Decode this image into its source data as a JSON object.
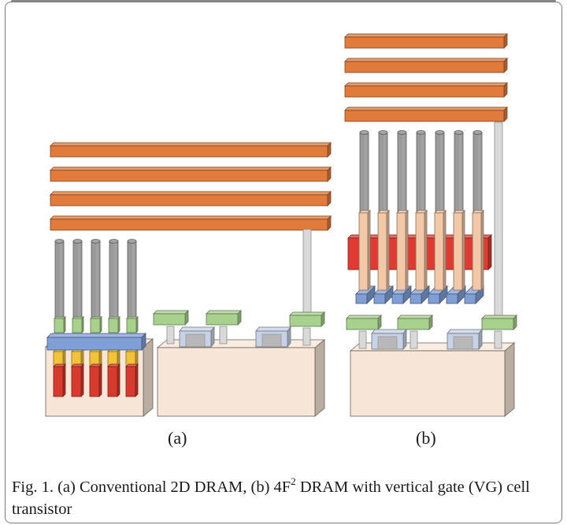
{
  "figure": {
    "panels": [
      {
        "id": "a",
        "label": "(a)",
        "title": "Conventional 2D DRAM",
        "wordlines": 4,
        "capacitor_pillars": 5,
        "array_transistor_gates": 5,
        "peripheral_contacts": 3,
        "peripheral_gates": 2
      },
      {
        "id": "b",
        "label": "(b)",
        "title": "4F2 DRAM with vertical gate (VG) cell transistor",
        "wordlines": 4,
        "capacitor_pillars": 7,
        "bitline_stubs": 7,
        "peripheral_contacts": 3,
        "peripheral_gates": 2
      }
    ],
    "colors": {
      "metal_line": "#e07b3c",
      "capacitor": "#9a9a9a",
      "contact_pad": "#a9d18e",
      "bitline": "#7f9fd6",
      "storage_top": "#f2c23a",
      "storage_bottom": "#d93a2e",
      "substrate": "#f7e6d7",
      "vertical_channel": "#f2c8a8",
      "gate": "#e03a33",
      "peripheral_gate": "#c7d2e6",
      "via": "#d9d9d9"
    }
  },
  "caption": {
    "prefix": "Fig. 1.  (a) Conventional 2D DRAM, (b) 4F",
    "superscript": "2",
    "suffix": " DRAM with vertical gate (VG) cell transistor"
  }
}
